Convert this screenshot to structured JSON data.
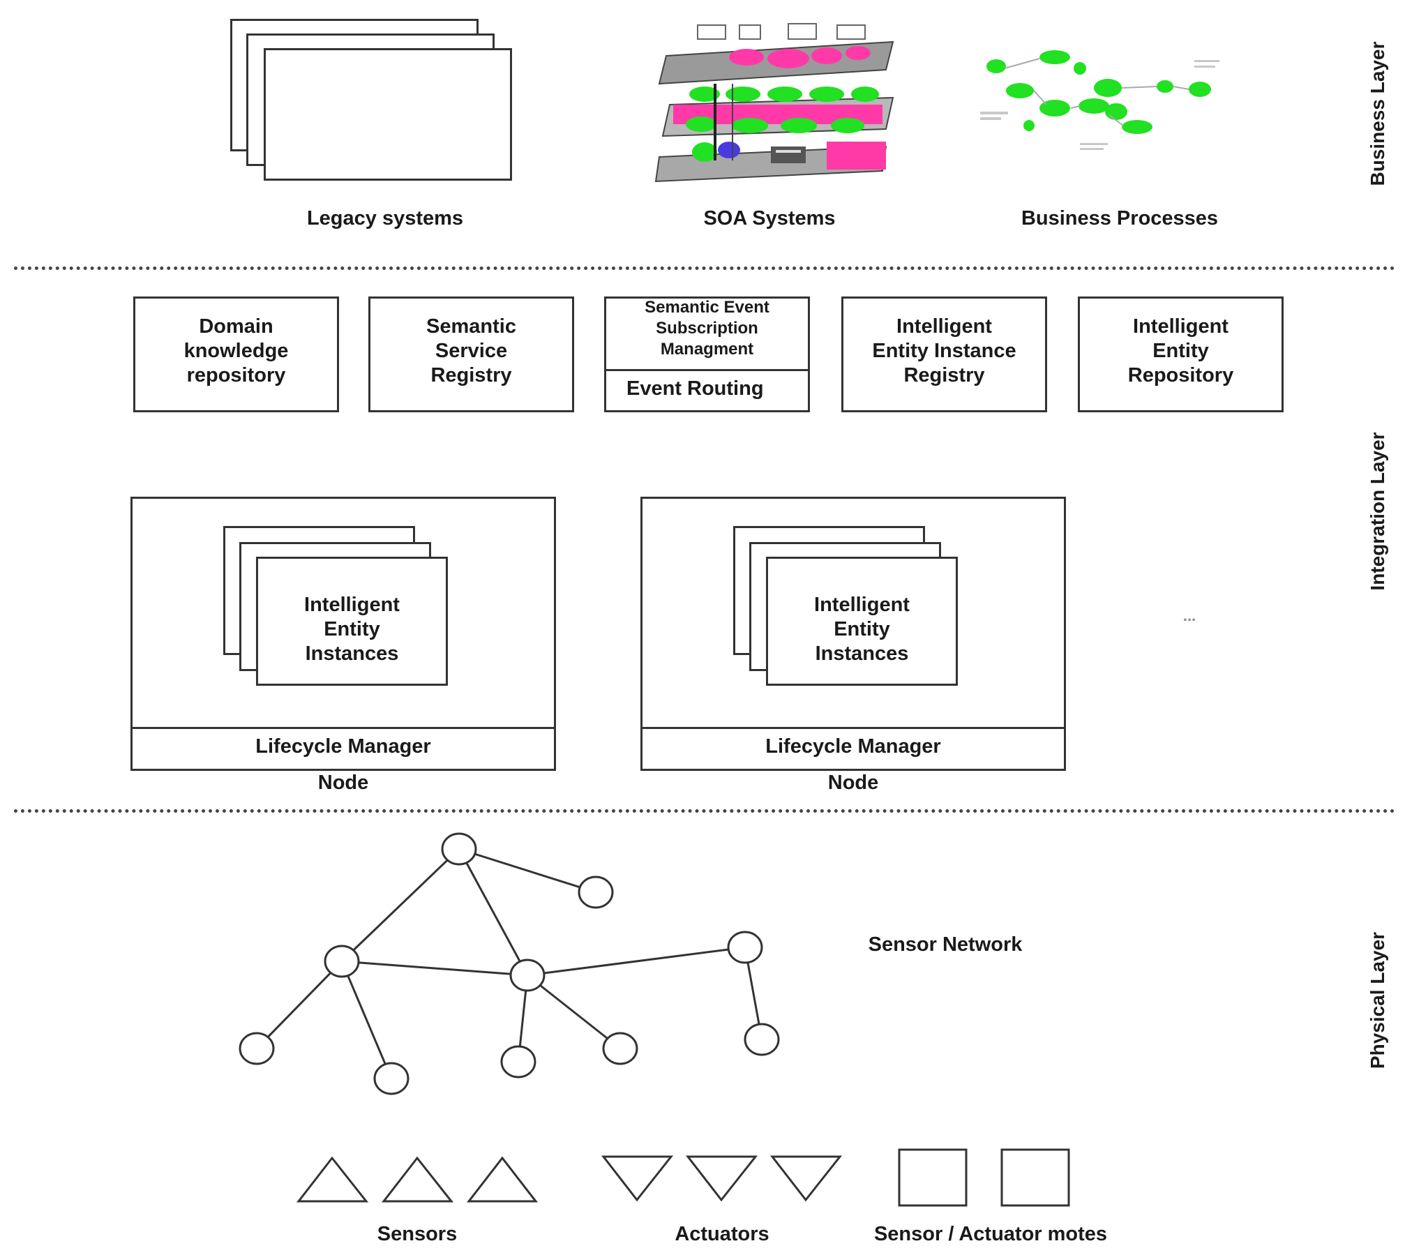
{
  "layers": {
    "business": "Business Layer",
    "integration": "Integration Layer",
    "physical": "Physical Layer"
  },
  "business": {
    "legacy_label": "Legacy systems",
    "soa_label": "SOA Systems",
    "bp_label": "Business Processes"
  },
  "integration": {
    "domain_repo": [
      "Domain",
      "knowledge",
      "repository"
    ],
    "semantic_registry": [
      "Semantic",
      "Service",
      "Registry"
    ],
    "event_subscription": [
      "Semantic Event",
      "Subscription",
      "Managment"
    ],
    "event_routing": "Event Routing",
    "instance_registry": [
      "Intelligent",
      "Entity Instance",
      "Registry"
    ],
    "entity_repo": [
      "Intelligent",
      "Entity",
      "Repository"
    ],
    "nodes": [
      {
        "instances": [
          "Intelligent",
          "Entity",
          "Instances"
        ],
        "lifecycle": "Lifecycle Manager",
        "node_label": "Node"
      },
      {
        "instances": [
          "Intelligent",
          "Entity",
          "Instances"
        ],
        "lifecycle": "Lifecycle Manager",
        "node_label": "Node"
      }
    ],
    "ellipsis": "..."
  },
  "physical": {
    "network_label": "Sensor Network",
    "sensors_label": "Sensors",
    "actuators_label": "Actuators",
    "motes_label": "Sensor / Actuator motes"
  },
  "colors": {
    "line": "#333333",
    "accent_green": "#22e022",
    "accent_magenta": "#ff3aa8"
  }
}
